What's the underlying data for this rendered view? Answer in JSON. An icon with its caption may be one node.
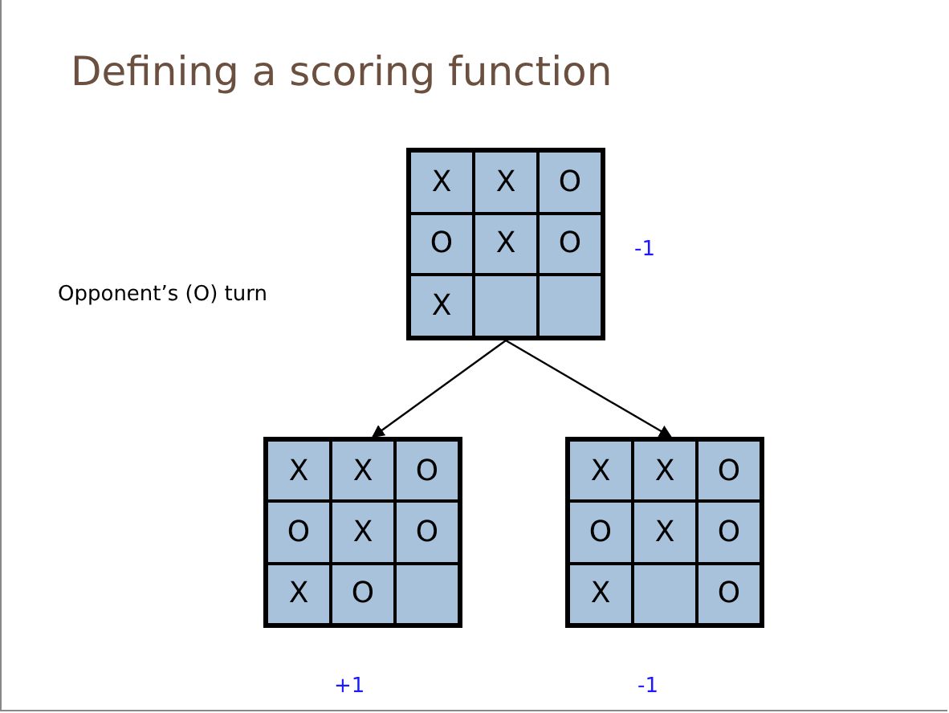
{
  "diagram": {
    "title": "Defining a scoring function",
    "nodes": [
      {
        "text": [],
        "shape": "box",
        "beside": [
          "-1"
        ]
      },
      {
        "text": [
          "X"
        ],
        "in": 0
      },
      {
        "text": [
          "X"
        ],
        "in": 0
      },
      {
        "text": [
          "O"
        ],
        "in": 0
      },
      {
        "text": [
          "O"
        ],
        "in": 0
      },
      {
        "text": [
          "X"
        ],
        "in": 0
      },
      {
        "text": [
          "O"
        ],
        "in": 0
      },
      {
        "text": [
          "X"
        ],
        "in": 0
      },
      {
        "text": [],
        "shape": "box",
        "in": 0
      },
      {
        "text": [],
        "shape": "box",
        "in": 0
      },
      {
        "text": [],
        "shape": "box",
        "beside": [
          "+1"
        ]
      },
      {
        "text": [
          "X"
        ],
        "in": 10
      },
      {
        "text": [
          "X"
        ],
        "in": 10
      },
      {
        "text": [
          "O"
        ],
        "in": 10
      },
      {
        "text": [
          "O"
        ],
        "in": 10
      },
      {
        "text": [
          "X"
        ],
        "in": 10
      },
      {
        "text": [
          "O"
        ],
        "in": 10
      },
      {
        "text": [
          "X"
        ],
        "in": 10
      },
      {
        "text": [
          "O"
        ],
        "in": 10
      },
      {
        "text": [],
        "shape": "box",
        "in": 10
      },
      {
        "text": [],
        "shape": "box",
        "beside": [
          "-1"
        ]
      },
      {
        "text": [
          "X"
        ],
        "in": 20
      },
      {
        "text": [
          "X"
        ],
        "in": 20
      },
      {
        "text": [
          "O"
        ],
        "in": 20
      },
      {
        "text": [
          "O"
        ],
        "in": 20
      },
      {
        "text": [
          "X"
        ],
        "in": 20
      },
      {
        "text": [
          "O"
        ],
        "in": 20
      },
      {
        "text": [
          "X"
        ],
        "in": 20
      },
      {
        "text": [],
        "shape": "box",
        "in": 20
      },
      {
        "text": [
          "O"
        ],
        "in": 20
      }
    ],
    "edges": [
      {
        "from": 0,
        "to": 10,
        "arrow": "to"
      },
      {
        "from": 0,
        "to": 20,
        "arrow": "to"
      }
    ],
    "labels": [
      "Opponent’s (O) turn"
    ]
  }
}
